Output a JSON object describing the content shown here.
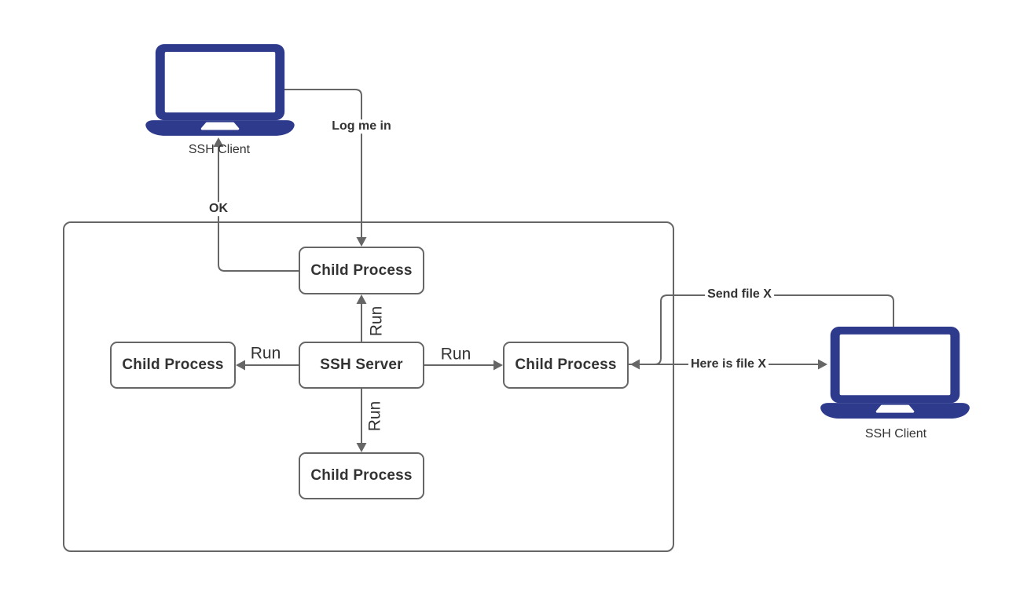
{
  "diagram": {
    "title": "SSH server and child processes diagram",
    "server_boundary": {
      "shape": "rounded-rectangle"
    },
    "nodes": {
      "ssh_server": {
        "label": "SSH Server"
      },
      "child_top": {
        "label": "Child Process"
      },
      "child_left": {
        "label": "Child Process"
      },
      "child_right": {
        "label": "Child Process"
      },
      "child_bottom": {
        "label": "Child Process"
      }
    },
    "clients": {
      "left": {
        "label": "SSH Client",
        "icon": "laptop-icon"
      },
      "right": {
        "label": "SSH Client",
        "icon": "laptop-icon"
      }
    },
    "edge_labels": {
      "run_top": "Run",
      "run_left": "Run",
      "run_right": "Run",
      "run_bottom": "Run",
      "log_me_in": "Log me in",
      "ok": "OK",
      "send_file": "Send file X",
      "here_is_file": "Here is file X"
    },
    "colors": {
      "laptop_fill": "#2e3a8c",
      "edge_stroke": "#666666",
      "node_border": "#666666",
      "text": "#333333",
      "background": "#ffffff"
    }
  }
}
